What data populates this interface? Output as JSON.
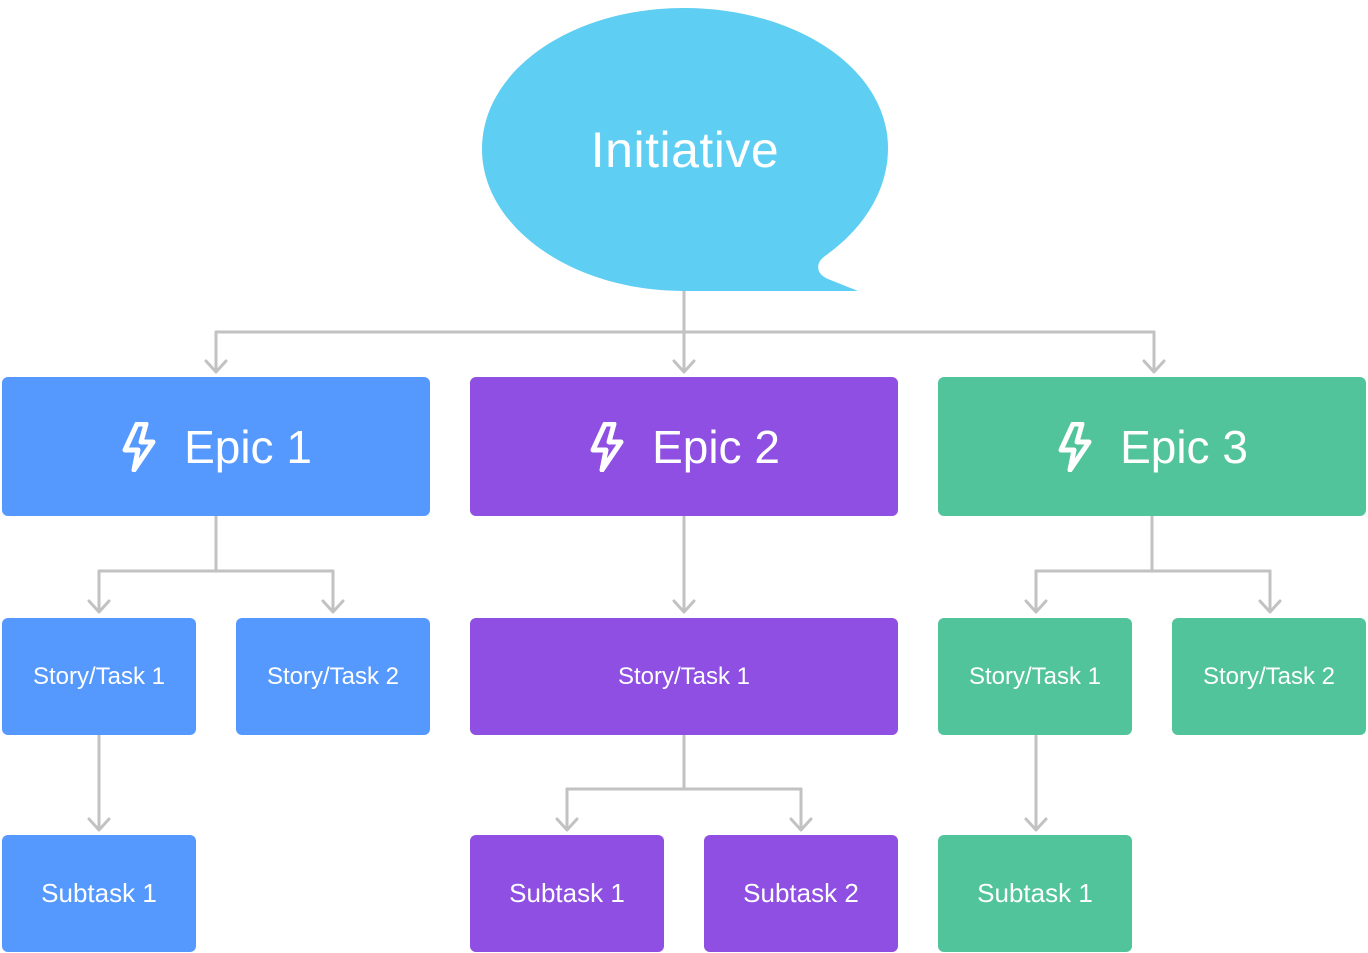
{
  "colors": {
    "initiative": "#5ecef2",
    "epic1": "#5599ff",
    "epic2": "#8e4fe2",
    "epic3": "#52c49c",
    "connector": "#c2c2c2"
  },
  "initiative": {
    "label": "Initiative"
  },
  "epics": [
    {
      "label": "Epic 1",
      "icon": "lightning-bolt-icon",
      "stories": [
        "Story/Task 1",
        "Story/Task 2"
      ],
      "subtasks": [
        "Subtask 1"
      ]
    },
    {
      "label": "Epic 2",
      "icon": "lightning-bolt-icon",
      "stories": [
        "Story/Task 1"
      ],
      "subtasks": [
        "Subtask 1",
        "Subtask 2"
      ]
    },
    {
      "label": "Epic 3",
      "icon": "lightning-bolt-icon",
      "stories": [
        "Story/Task 1",
        "Story/Task 2"
      ],
      "subtasks": [
        "Subtask 1"
      ]
    }
  ]
}
